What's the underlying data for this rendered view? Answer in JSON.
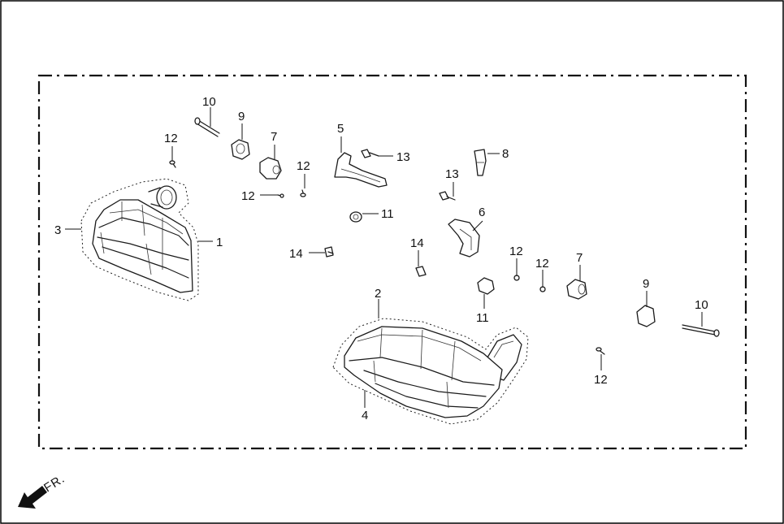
{
  "diagram": {
    "callouts": {
      "c1": "1",
      "c2": "2",
      "c3": "3",
      "c4": "4",
      "c5": "5",
      "c6": "6",
      "c7a": "7",
      "c7b": "7",
      "c8": "8",
      "c9a": "9",
      "c9b": "9",
      "c10a": "10",
      "c10b": "10",
      "c11a": "11",
      "c11b": "11",
      "c12a": "12",
      "c12b": "12",
      "c12c": "12",
      "c12d": "12",
      "c12e": "12",
      "c13a": "13",
      "c13b": "13",
      "c14a": "14",
      "c14b": "14"
    },
    "direction_label": "FR."
  }
}
